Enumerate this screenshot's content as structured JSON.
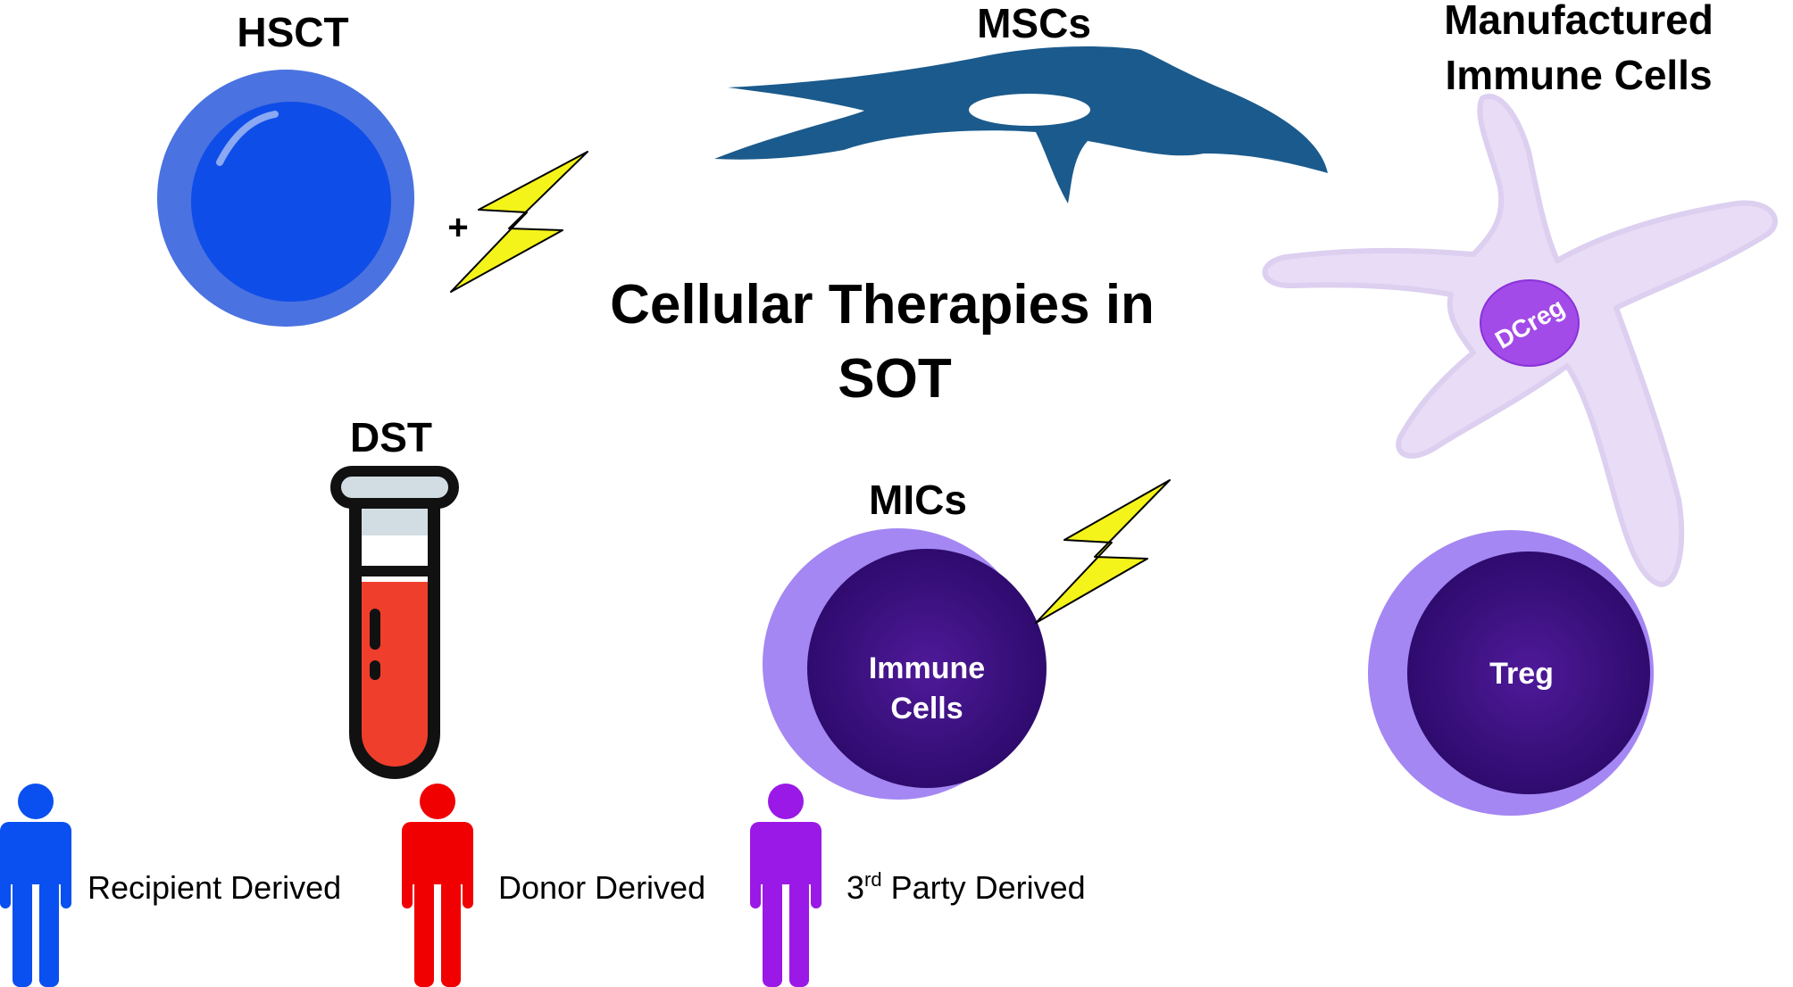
{
  "title": {
    "line1": "Cellular Therapies in",
    "line2": "SOT"
  },
  "therapies": {
    "hsct": {
      "label": "HSCT",
      "plus": "+",
      "cell_icon": "stem-cell-icon",
      "modifier_icon": "lightning-bolt-icon"
    },
    "mscs": {
      "label": "MSCs",
      "cell_icon": "mesenchymal-stromal-cell-icon"
    },
    "manufactured": {
      "label_line1": "Manufactured",
      "label_line2": "Immune Cells",
      "dcreg_label": "DCreg",
      "treg_label": "Treg",
      "dendritic_icon": "dendritic-cell-icon",
      "treg_icon": "regulatory-t-cell-icon"
    },
    "dst": {
      "label": "DST",
      "icon": "blood-test-tube-icon"
    },
    "mics": {
      "label": "MICs",
      "inner_line1": "Immune",
      "inner_line2": "Cells",
      "cell_icon": "immune-cell-icon",
      "modifier_icon": "lightning-bolt-icon"
    }
  },
  "legend": {
    "items": [
      {
        "text": "Recipient Derived",
        "color": "#0a4ff0",
        "icon": "person-icon"
      },
      {
        "text": "Donor Derived",
        "color": "#f00000",
        "icon": "person-icon"
      },
      {
        "prefix": "3",
        "superscript": "rd",
        "text": " Party Derived",
        "color": "#9a19e6",
        "icon": "person-icon"
      }
    ]
  },
  "colors": {
    "hsct_outer": "#4a72e0",
    "hsct_inner": "#0f4de8",
    "msc": "#1b5a8c",
    "lightning": "#f4f41a",
    "dendritic_body": "#e8dcf6",
    "dendritic_outline": "#dccff0",
    "dcreg_nucleus": "#a24be8",
    "cell_outer": "#a487f2",
    "cell_inner": "#3a0f80",
    "tube_cap": "#d2dde3",
    "tube_blood": "#f03e2c",
    "tube_outline": "#111111"
  }
}
